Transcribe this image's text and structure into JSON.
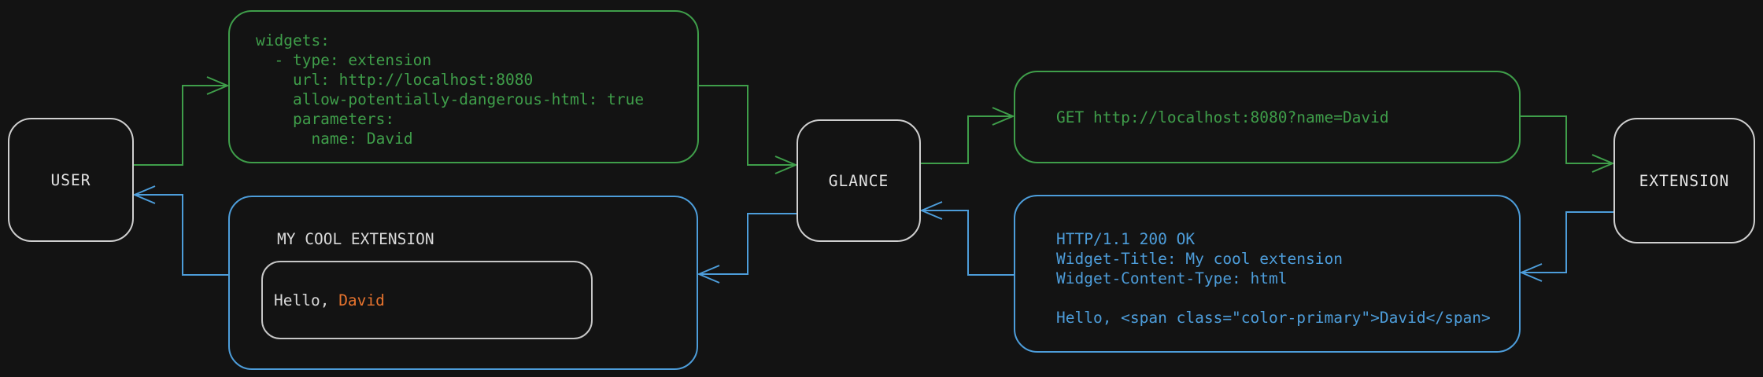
{
  "colors": {
    "background": "#131313",
    "request_flow_green": "#3f9e4a",
    "response_flow_blue": "#4d9dda",
    "node_border_gray": "#cfcfcf",
    "plain_text_gray": "#d9d9d9",
    "highlight_orange": "#e6732e"
  },
  "nodes": {
    "user": {
      "label": "USER"
    },
    "glance": {
      "label": "GLANCE"
    },
    "extension": {
      "label": "EXTENSION"
    }
  },
  "config_box": {
    "code": "widgets:\n  - type: extension\n    url: http://localhost:8080\n    allow-potentially-dangerous-html: true\n    parameters:\n      name: David"
  },
  "request_box": {
    "text": "GET http://localhost:8080?name=David"
  },
  "response_box": {
    "code": "HTTP/1.1 200 OK\nWidget-Title: My cool extension\nWidget-Content-Type: html\n\nHello, <span class=\"color-primary\">David</span>"
  },
  "widget_preview": {
    "title": "MY COOL EXTENSION",
    "greeting_prefix": "Hello, ",
    "highlighted_name": "David"
  },
  "edges": [
    {
      "from": "user",
      "to": "config_box",
      "color": "#3f9e4a",
      "meaning": "user writes widget config"
    },
    {
      "from": "config_box",
      "to": "glance",
      "color": "#3f9e4a",
      "meaning": "config read by glance"
    },
    {
      "from": "glance",
      "to": "request_box",
      "color": "#3f9e4a",
      "meaning": "glance sends GET request"
    },
    {
      "from": "request_box",
      "to": "extension",
      "color": "#3f9e4a",
      "meaning": "request reaches extension"
    },
    {
      "from": "extension",
      "to": "response_box",
      "color": "#4d9dda",
      "meaning": "extension responds"
    },
    {
      "from": "response_box",
      "to": "glance",
      "color": "#4d9dda",
      "meaning": "response returns to glance"
    },
    {
      "from": "glance",
      "to": "widget_preview",
      "color": "#4d9dda",
      "meaning": "glance renders widget"
    },
    {
      "from": "widget_preview",
      "to": "user",
      "color": "#4d9dda",
      "meaning": "widget shown to user"
    }
  ]
}
